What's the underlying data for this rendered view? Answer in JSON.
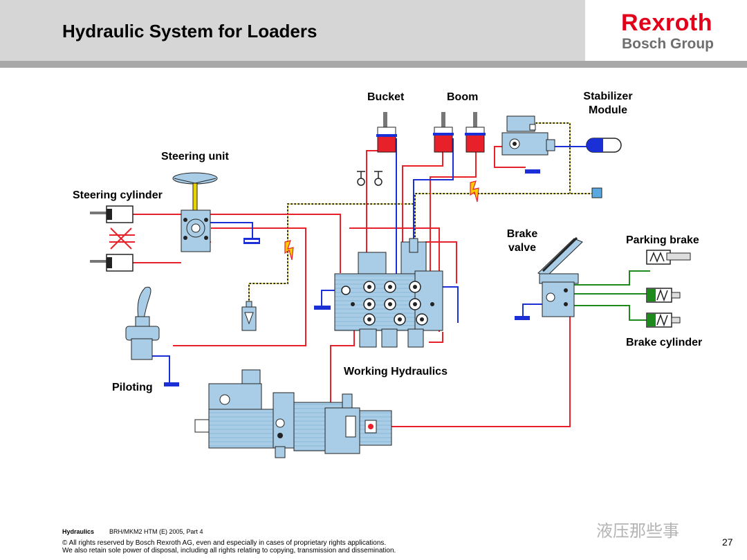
{
  "header": {
    "title": "Hydraulic System for Loaders",
    "logo_main": "Rexroth",
    "logo_sub": "Bosch Group"
  },
  "labels": {
    "bucket": "Bucket",
    "boom": "Boom",
    "stabilizer_line1": "Stabilizer",
    "stabilizer_line2": "Module",
    "steering_unit": "Steering unit",
    "steering_cylinder": "Steering cylinder",
    "brake_valve_line1": "Brake",
    "brake_valve_line2": "valve",
    "parking_brake": "Parking brake",
    "brake_cylinder": "Brake cylinder",
    "working_hydraulics": "Working Hydraulics",
    "piloting": "Piloting"
  },
  "footer": {
    "section": "Hydraulics",
    "ref": "BRH/MKM2  HTM (E) 2005, Part 4",
    "copyright_line1": "© All rights reserved by Bosch Rexroth AG, even and especially in cases of proprietary rights applications.",
    "copyright_line2": "We also retain sole power of disposal, including all rights relating to copying, transmission and dissemination.",
    "page_number": "27"
  },
  "watermark": "液压那些事",
  "colors": {
    "pressure_line": "#e8202a",
    "tank_line": "#1a2fd6",
    "pilot_line": "#6b6200",
    "brake_line": "#1e8a1e",
    "component": "#a9cde6",
    "header_bg": "#d6d6d6",
    "brand_red": "#e2001a"
  }
}
